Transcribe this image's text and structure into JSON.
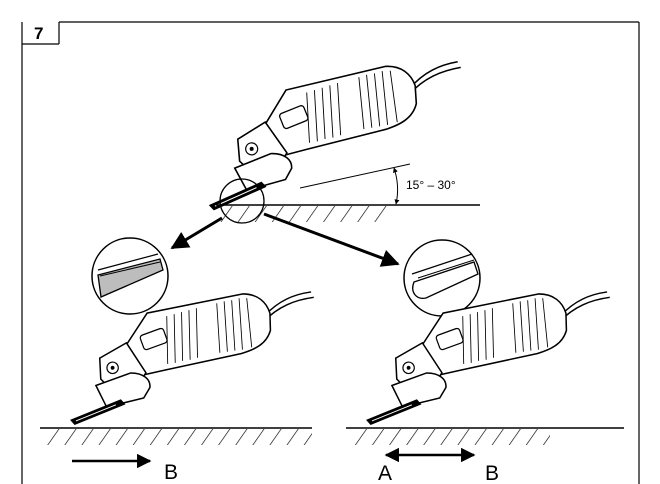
{
  "figure": {
    "number": "7",
    "angle_label": "15° – 30°",
    "direction_a": "A",
    "direction_b_left": "B",
    "direction_b_right": "B"
  },
  "icons": {
    "grinder": "angle-grinder-icon",
    "wrong_edge": "flat-disc-edge-detail-icon",
    "right_edge": "rounded-disc-edge-detail-icon"
  }
}
